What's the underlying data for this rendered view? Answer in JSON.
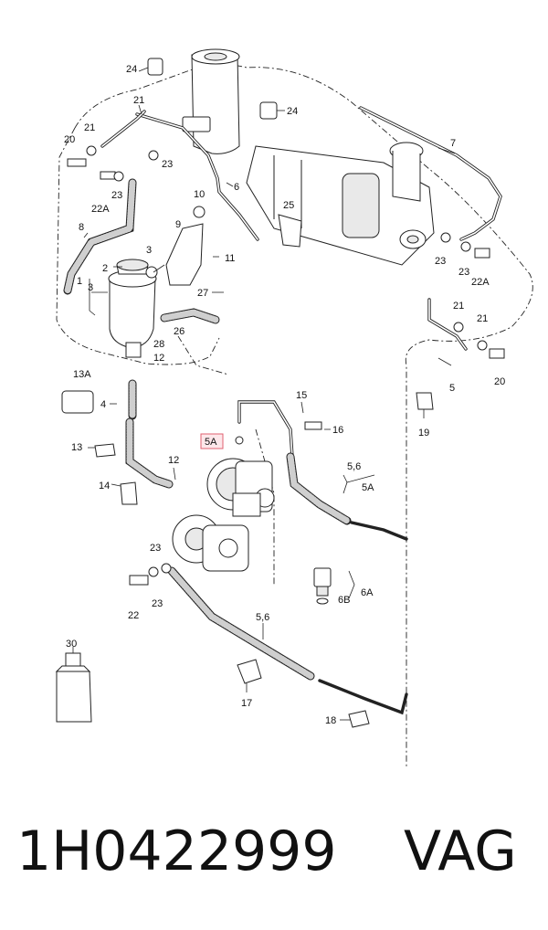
{
  "callouts": {
    "c1": "1",
    "c2": "2",
    "c3a": "3",
    "c3b": "3",
    "c4": "4",
    "c5": "5",
    "c5a": "5A",
    "c56a": "5,6",
    "c5a2": "5A",
    "c56b": "5,6",
    "c6": "6",
    "c6a": "6A",
    "c6b": "6B",
    "c7": "7",
    "c8": "8",
    "c9": "9",
    "c10": "10",
    "c11": "11",
    "c12a": "12",
    "c12b": "12",
    "c13": "13",
    "c13a": "13A",
    "c14": "14",
    "c15": "15",
    "c16": "16",
    "c17": "17",
    "c18": "18",
    "c19": "19",
    "c20a": "20",
    "c20b": "20",
    "c21a": "21",
    "c21b": "21",
    "c21c": "21",
    "c21d": "21",
    "c22": "22",
    "c22a1": "22A",
    "c22a2": "22A",
    "c23a": "23",
    "c23b": "23",
    "c23c": "23",
    "c23d": "23",
    "c23e": "23",
    "c23f": "23",
    "c24a": "24",
    "c24b": "24",
    "c25": "25",
    "c26": "26",
    "c27": "27",
    "c28": "28",
    "c30": "30"
  },
  "footer": {
    "part_number": "1H0422999",
    "brand": "VAG"
  },
  "colors": {
    "highlight_box": "#e06070",
    "highlight_fill": "#fde7ea",
    "ink": "#222222"
  }
}
